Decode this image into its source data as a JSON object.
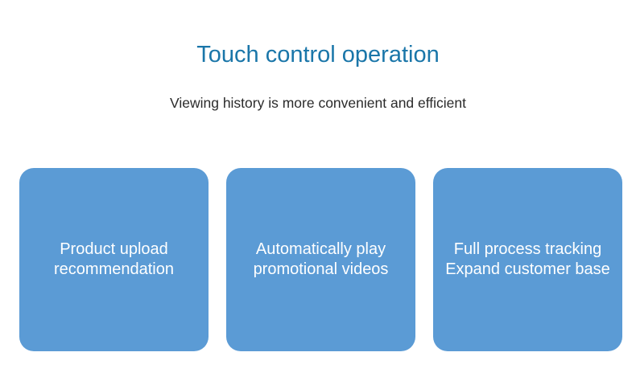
{
  "title": "Touch control operation",
  "subtitle": "Viewing history is more convenient and efficient",
  "cards": [
    {
      "line1": "Product upload",
      "line2": "recommendation"
    },
    {
      "line1": "Automatically play",
      "line2": "promotional videos"
    },
    {
      "line1": "Full process tracking",
      "line2": "Expand customer base"
    }
  ],
  "colors": {
    "accent": "#1a76a9",
    "card": "#5b9bd5"
  }
}
